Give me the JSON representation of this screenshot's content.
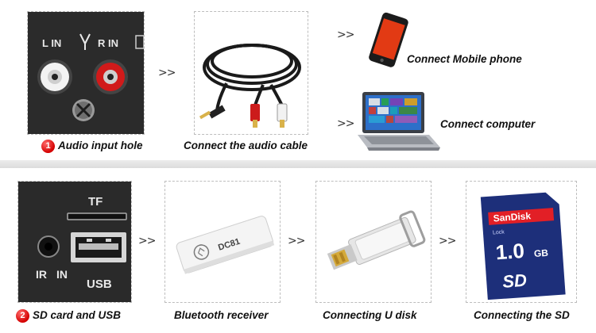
{
  "top": {
    "step_number": "1",
    "input_panel": {
      "left_label": "L IN",
      "right_label": "R IN",
      "caption": "Audio input hole"
    },
    "arrow_1": ">>",
    "cable_caption": "Connect the audio cable",
    "arrow_phone": ">>",
    "phone_caption": "Connect Mobile phone",
    "arrow_computer": ">>",
    "computer_caption": "Connect computer"
  },
  "bottom": {
    "step_number": "2",
    "ports_panel": {
      "tf_label": "TF",
      "ir_label": "IR",
      "in_label": "IN",
      "usb_label": "USB",
      "caption": "SD card and USB"
    },
    "arrow_1": ">>",
    "bluetooth_caption": "Bluetooth receiver",
    "dongle_text": "DC81",
    "arrow_2": ">>",
    "udisk_caption": "Connecting U disk",
    "arrow_3": ">>",
    "sd_caption": "Connecting the SD",
    "sd_card": {
      "brand": "SanDisk",
      "capacity": "1.0",
      "unit": "GB",
      "logo": "SD",
      "lock": "Lock"
    }
  },
  "colors": {
    "badge": "#d40000",
    "panel_dark": "#2b2b2b",
    "rca_red": "#d11a1a"
  }
}
